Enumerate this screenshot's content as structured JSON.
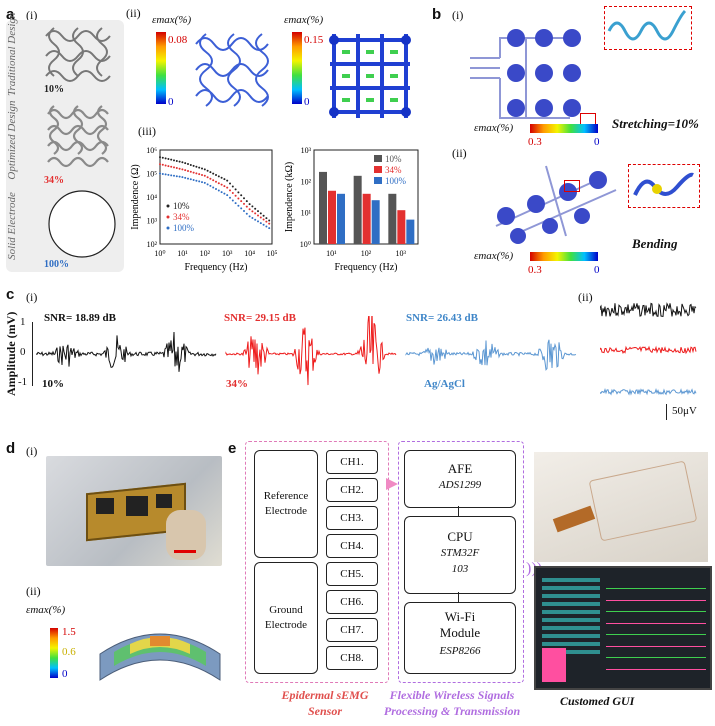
{
  "panel_a": {
    "label": "a",
    "i_label": "(i)",
    "ii_label": "(ii)",
    "iii_label": "(iii)",
    "designs": [
      "Traditional Design",
      "Optimized Design",
      "Solid Electrode"
    ],
    "design_pcts": [
      "10%",
      "34%",
      "100%"
    ],
    "emax_label": "εmax(%)",
    "scale1_max": "0.08",
    "scale1_min": "0",
    "scale2_max": "0.15",
    "scale2_min": "0"
  },
  "panel_b": {
    "label": "b",
    "i_label": "(i)",
    "ii_label": "(ii)",
    "emax_label": "εmax(%)",
    "stretch_title": "Stretching=10%",
    "bend_title": "Bending",
    "scale_max": "0.3",
    "scale_min": "0"
  },
  "panel_c": {
    "label": "c",
    "i_label": "(i)",
    "ii_label": "(ii)",
    "ylabel": "Amplitude (mV)",
    "yticks": [
      "1",
      "0",
      "-1"
    ],
    "snr": [
      "SNR= 18.89 dB",
      "SNR= 29.15 dB",
      "SNR= 26.43 dB"
    ],
    "groups": [
      "10%",
      "34%",
      "Ag/AgCl"
    ],
    "scalebar": "50μV"
  },
  "panel_d": {
    "label": "d",
    "i_label": "(i)",
    "ii_label": "(ii)",
    "emax_label": "εmax(%)",
    "scale_vals": [
      "1.5",
      "0.6",
      "0"
    ]
  },
  "panel_e": {
    "label": "e",
    "reference": "Reference Electrode",
    "ground": "Ground Electrode",
    "channels": [
      "CH1.",
      "CH2.",
      "CH3.",
      "CH4.",
      "CH5.",
      "CH6.",
      "CH7.",
      "CH8."
    ],
    "afe": "AFE",
    "afe_chip": "ADS1299",
    "cpu": "CPU",
    "cpu_chip1": "STM32F",
    "cpu_chip2": "103",
    "wifi1": "Wi-Fi",
    "wifi2": "Module",
    "wifi_chip": "ESP8266",
    "sensor_label1": "Epidermal sEMG",
    "sensor_label2": "Sensor",
    "proc_label1": "Flexible Wireless Signals",
    "proc_label2": "Processing & Transmission",
    "gui_label": "Customed GUI"
  },
  "chart_data": [
    {
      "type": "line",
      "xlabel": "Frequency (Hz)",
      "ylabel": "Impendence (Ω)",
      "xticks": [
        "10⁰",
        "10¹",
        "10²",
        "10³",
        "10⁴",
        "10⁵"
      ],
      "yticks": [
        "10⁶",
        "10⁵",
        "10⁴",
        "10³",
        "10²"
      ],
      "x": [
        1,
        10,
        100,
        1000,
        10000,
        100000
      ],
      "series": [
        {
          "name": "10%",
          "color": "#222222",
          "values": [
            500000,
            300000,
            150000,
            50000,
            5000,
            800
          ]
        },
        {
          "name": "34%",
          "color": "#e33030",
          "values": [
            250000,
            150000,
            80000,
            25000,
            3000,
            600
          ]
        },
        {
          "name": "100%",
          "color": "#2f6ec4",
          "values": [
            100000,
            70000,
            40000,
            12000,
            1500,
            400
          ]
        }
      ]
    },
    {
      "type": "bar",
      "xlabel": "Frequency (Hz)",
      "ylabel": "Impendence (kΩ)",
      "categories": [
        "10¹",
        "10²",
        "10³"
      ],
      "yticks": [
        "10³",
        "10²",
        "10¹",
        "10⁰"
      ],
      "series": [
        {
          "name": "10%",
          "color": "#555555",
          "values": [
            200,
            150,
            40
          ]
        },
        {
          "name": "34%",
          "color": "#e33030",
          "values": [
            50,
            40,
            12
          ]
        },
        {
          "name": "100%",
          "color": "#2f6ec4",
          "values": [
            40,
            25,
            6
          ]
        }
      ]
    }
  ]
}
